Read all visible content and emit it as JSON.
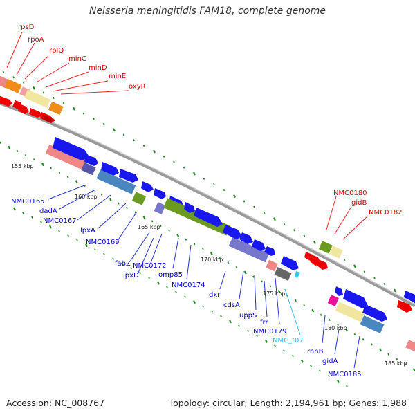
{
  "title": "Neisseria meningitidis FAM18, complete genome",
  "footer": {
    "accession": "Accession: NC_008767",
    "summary": "Topology: circular; Length: 2,194,961 bp; Genes: 1,988"
  },
  "colors": {
    "backbone": "#909090",
    "forward_label": "#dd0000",
    "reverse_label": "#0000cc",
    "rna_label": "#33bbee",
    "tick": "#228822",
    "leader_red": "#ee2222",
    "leader_blue": "#2233cc",
    "leader_cyan": "#33bbee"
  },
  "scale_labels": [
    "155 kbp",
    "160 kbp",
    "165 kbp",
    "170 kbp",
    "175 kbp",
    "180 kbp",
    "185 kbp"
  ],
  "gene_labels": [
    {
      "text": "rpsD",
      "strand": "forward"
    },
    {
      "text": "rpoA",
      "strand": "forward"
    },
    {
      "text": "rplQ",
      "strand": "forward"
    },
    {
      "text": "minC",
      "strand": "forward"
    },
    {
      "text": "minD",
      "strand": "forward"
    },
    {
      "text": "minE",
      "strand": "forward"
    },
    {
      "text": "oxyR",
      "strand": "forward"
    },
    {
      "text": "NMC0180",
      "strand": "forward"
    },
    {
      "text": "gidB",
      "strand": "forward"
    },
    {
      "text": "NMC0182",
      "strand": "forward"
    },
    {
      "text": "NMC0165",
      "strand": "reverse"
    },
    {
      "text": "dadA",
      "strand": "reverse"
    },
    {
      "text": "NMC0167",
      "strand": "reverse"
    },
    {
      "text": "lpxA",
      "strand": "reverse"
    },
    {
      "text": "NMC0169",
      "strand": "reverse"
    },
    {
      "text": "fabZ",
      "strand": "reverse"
    },
    {
      "text": "NMC0172",
      "strand": "reverse"
    },
    {
      "text": "lpxD",
      "strand": "reverse"
    },
    {
      "text": "omp85",
      "strand": "reverse"
    },
    {
      "text": "NMC0174",
      "strand": "reverse"
    },
    {
      "text": "dxr",
      "strand": "reverse"
    },
    {
      "text": "cdsA",
      "strand": "reverse"
    },
    {
      "text": "uppS",
      "strand": "reverse"
    },
    {
      "text": "frr",
      "strand": "reverse"
    },
    {
      "text": "NMC0179",
      "strand": "reverse"
    },
    {
      "text": "NMC_t07",
      "strand": "rna"
    },
    {
      "text": "rnhB",
      "strand": "reverse"
    },
    {
      "text": "gidA",
      "strand": "reverse"
    },
    {
      "text": "NMC0185",
      "strand": "reverse"
    }
  ]
}
